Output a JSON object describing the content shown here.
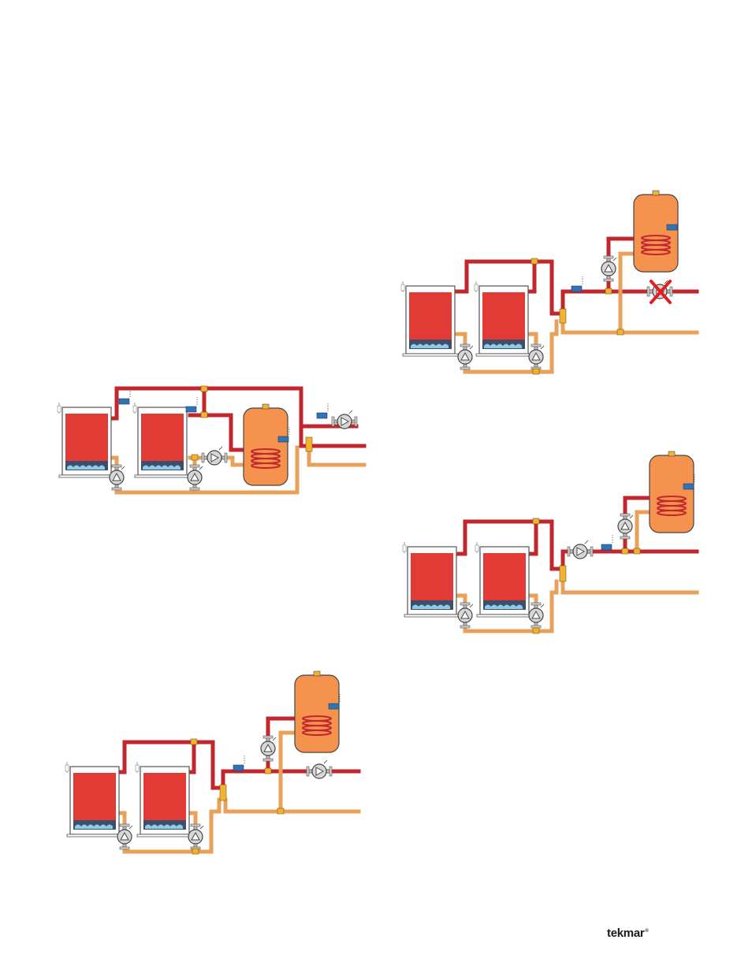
{
  "footer": {
    "brand": "tekmar",
    "brand_mark": "®"
  },
  "colors": {
    "supply_pipe": "#c1272d",
    "return_pipe": "#e8a05a",
    "boiler_body": "#e23b35",
    "boiler_frame": "#ffffff",
    "water_tank": "#f4924e",
    "sensor": "#2f74b5",
    "fitting": "#f2b233",
    "pump_body": "#d7d7d7",
    "flame_water": "#8ecbe8",
    "disabled_mark": "#e02020"
  },
  "icons": [
    "boiler-icon",
    "pump-icon",
    "sensor-icon",
    "indirect-tank-icon",
    "tee-fitting-icon",
    "no-pump-icon"
  ],
  "diagrams": [
    {
      "name": "diagram-a",
      "description_visible": ""
    },
    {
      "name": "diagram-b",
      "description_visible": ""
    },
    {
      "name": "diagram-c",
      "description_visible": ""
    },
    {
      "name": "diagram-d",
      "description_visible": ""
    }
  ]
}
